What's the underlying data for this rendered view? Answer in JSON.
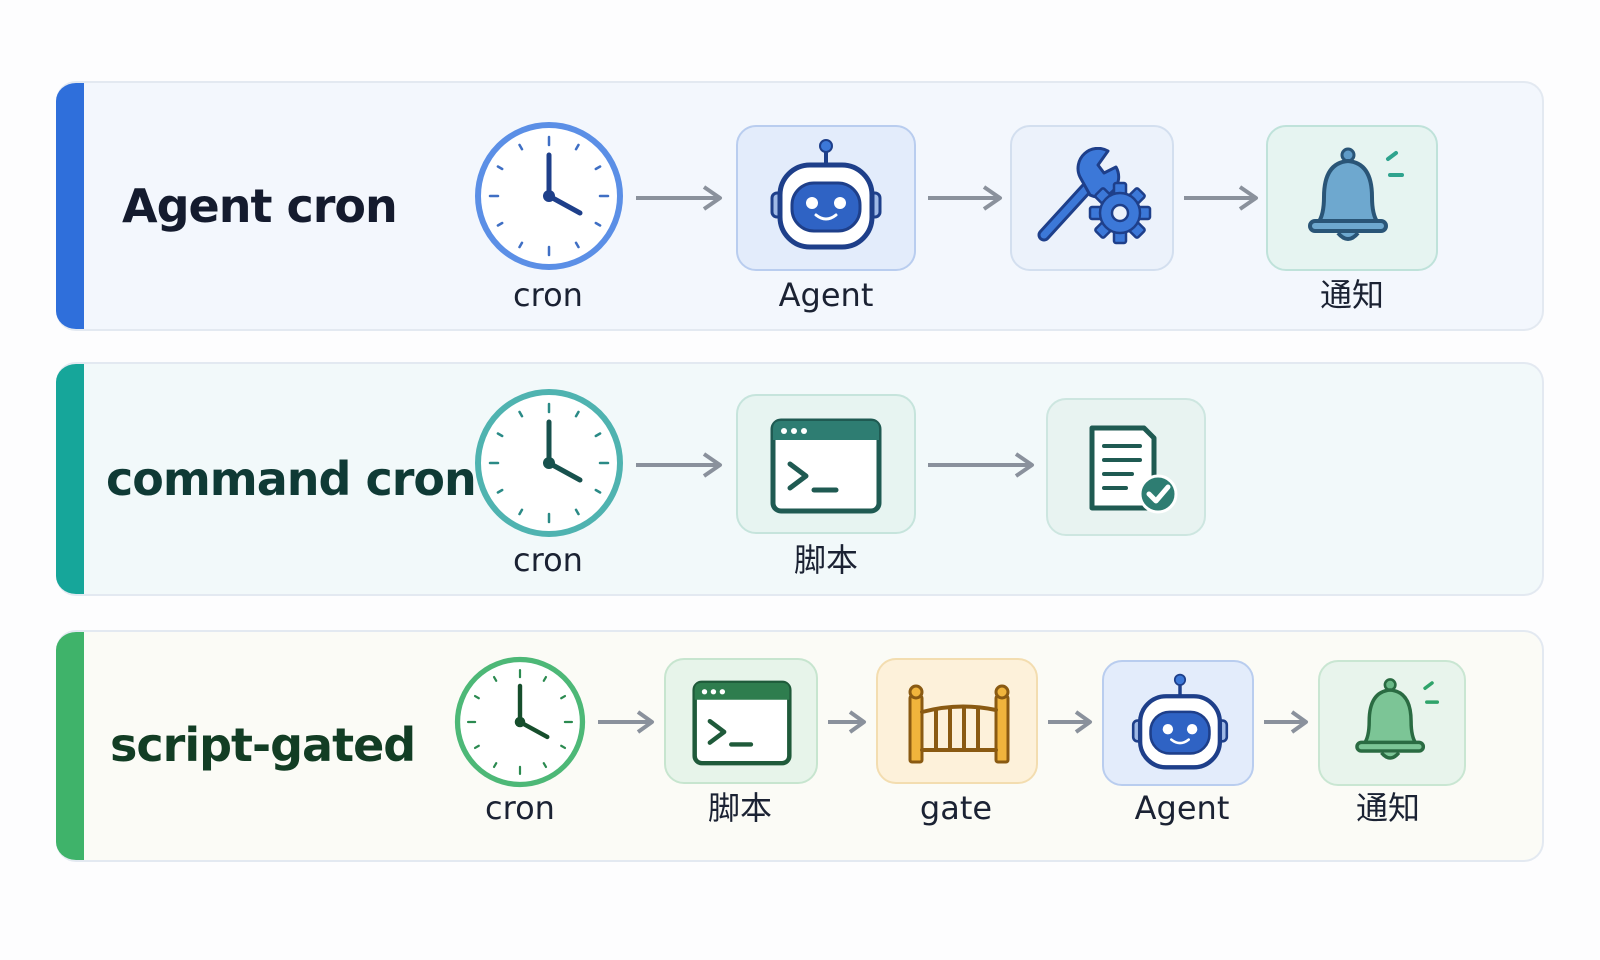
{
  "rows": [
    {
      "title": "Agent cron",
      "nodes": [
        {
          "icon": "clock-icon",
          "label": "cron"
        },
        {
          "icon": "robot-icon",
          "label": "Agent"
        },
        {
          "icon": "wrench-gear-icon",
          "label": ""
        },
        {
          "icon": "bell-icon",
          "label": "通知"
        }
      ]
    },
    {
      "title": "command cron",
      "nodes": [
        {
          "icon": "clock-icon",
          "label": "cron"
        },
        {
          "icon": "terminal-icon",
          "label": "脚本"
        },
        {
          "icon": "document-check-icon",
          "label": ""
        }
      ]
    },
    {
      "title": "script-gated",
      "nodes": [
        {
          "icon": "clock-icon",
          "label": "cron"
        },
        {
          "icon": "terminal-icon",
          "label": "脚本"
        },
        {
          "icon": "gate-icon",
          "label": "gate"
        },
        {
          "icon": "robot-icon",
          "label": "Agent"
        },
        {
          "icon": "bell-icon",
          "label": "通知"
        }
      ]
    }
  ],
  "colors": {
    "agent_accent": "#2f6fdb",
    "command_accent": "#16a69a",
    "script_accent": "#3fb36a",
    "gate_accent": "#e0a22a",
    "arrow": "#8a919c"
  }
}
